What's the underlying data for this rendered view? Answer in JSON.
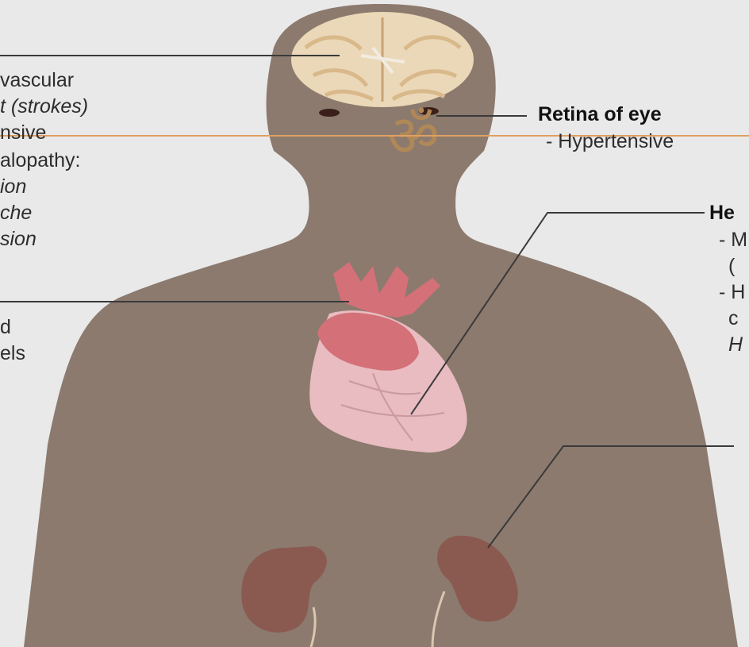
{
  "colors": {
    "background": "#e9e9e9",
    "body_silhouette": "#8c7a6e",
    "leader_line": "#3a3a3a",
    "highlight_line": "#e0a060",
    "brain_tissue": "#ead8b8",
    "brain_folds": "#d9b88a",
    "heart_muscle": "#e8bcc0",
    "heart_vessels": "#d47078",
    "kidney": "#8a5a50",
    "om_symbol": "#b08858"
  },
  "icons": [
    "brain-icon",
    "eye-icon",
    "heart-icon",
    "kidney-icon",
    "om-symbol-icon"
  ],
  "left_labels": {
    "brain_lines": [
      "vascular",
      "t  (strokes)",
      "nsive",
      "alopathy:",
      "ion",
      "che",
      "sion"
    ],
    "vessels_lines": [
      "d",
      "els"
    ]
  },
  "right_labels": {
    "retina_title": "Retina of eye",
    "retina_item": "- Hypertensive",
    "heart_title": "He",
    "heart_lines": [
      "- M",
      "(",
      "- H",
      "c",
      "H"
    ]
  }
}
